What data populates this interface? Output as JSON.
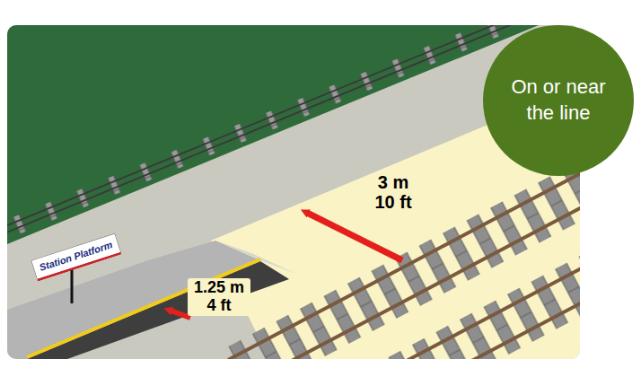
{
  "diagram": {
    "nodes": [
      {
        "text": [
          "On or near the line"
        ]
      },
      {
        "text": [
          "Station Platform"
        ]
      }
    ],
    "labels": [
      "3 m 10 ft",
      "1.25 m 4 ft"
    ]
  }
}
